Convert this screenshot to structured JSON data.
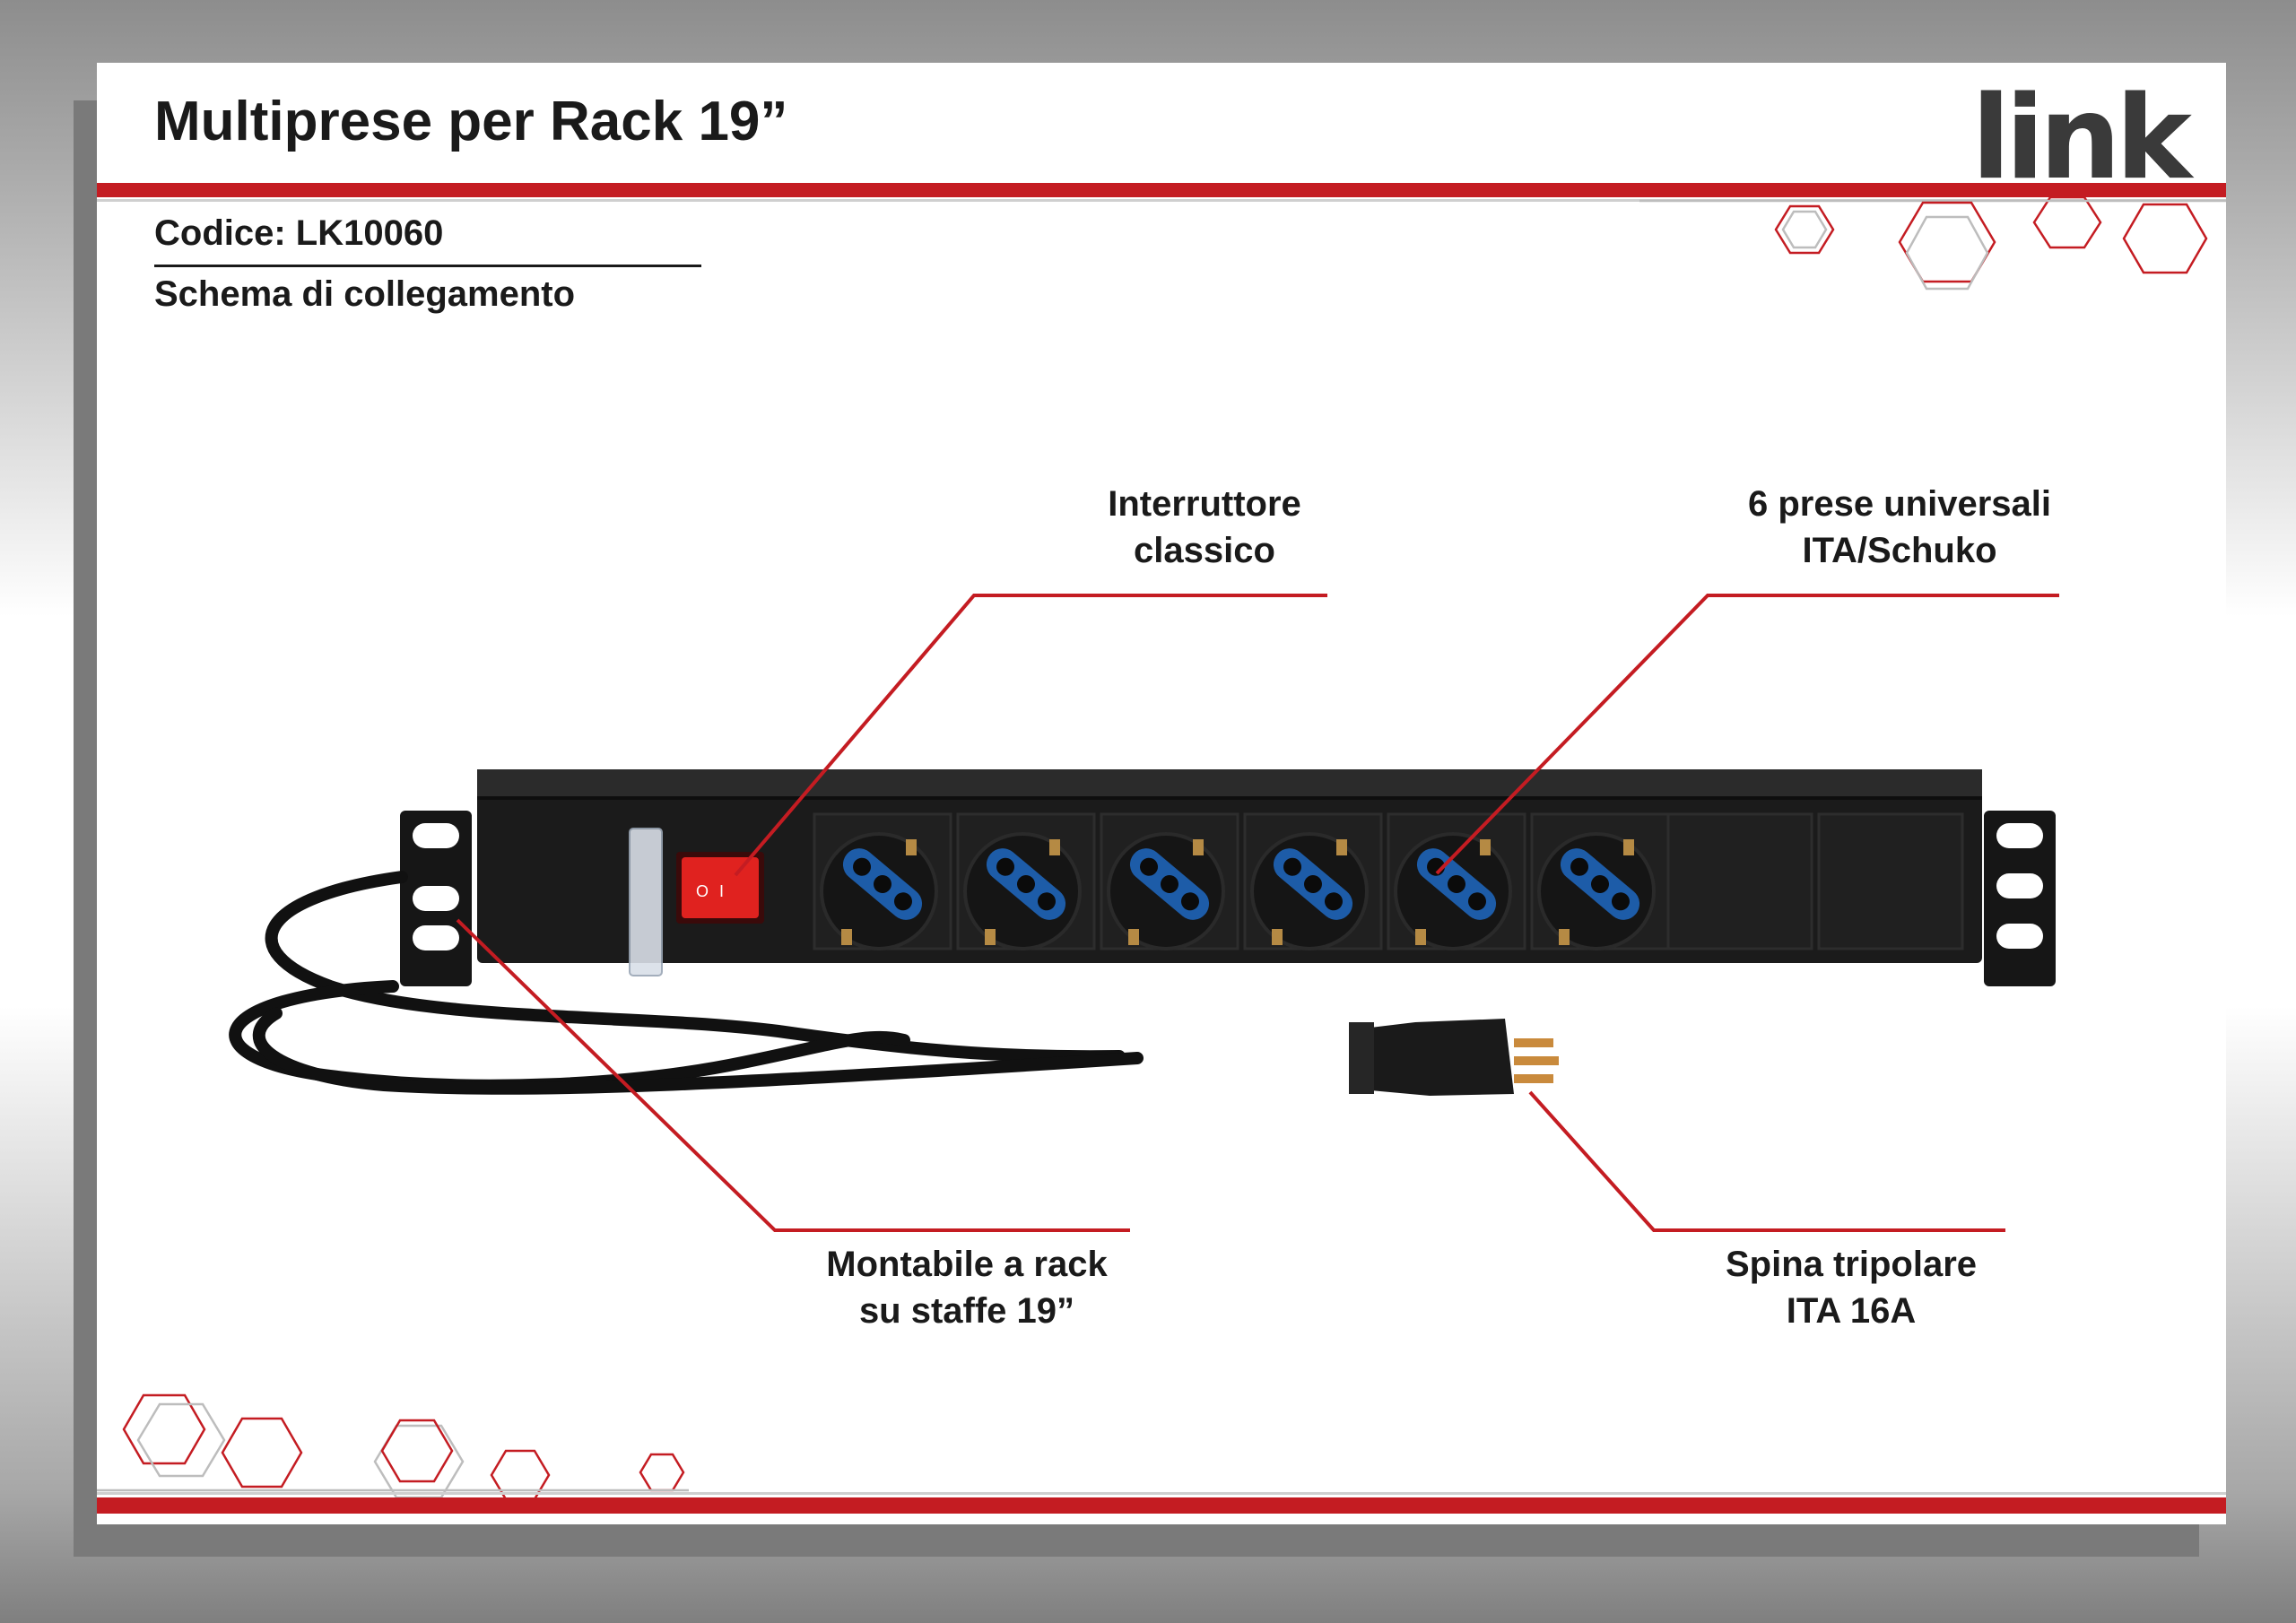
{
  "header": {
    "title": "Multiprese per Rack 19”",
    "logo_text": "link"
  },
  "info": {
    "code": "Codice: LK10060",
    "subtitle": "Schema di collegamento"
  },
  "callouts": {
    "switch": [
      "Interruttore",
      "classico"
    ],
    "sockets": [
      "6 prese universali",
      "ITA/Schuko"
    ],
    "rack": [
      "Montabile a rack",
      "su staffe 19”"
    ],
    "plug": [
      "Spina tripolare",
      "ITA 16A"
    ]
  },
  "product": {
    "switch_marks": [
      "O",
      "I"
    ]
  },
  "colors": {
    "accent": "#c41c22",
    "socket_blue": "#1d5ca8",
    "switch_red": "#e0221f",
    "body": "#1b1b1b"
  }
}
